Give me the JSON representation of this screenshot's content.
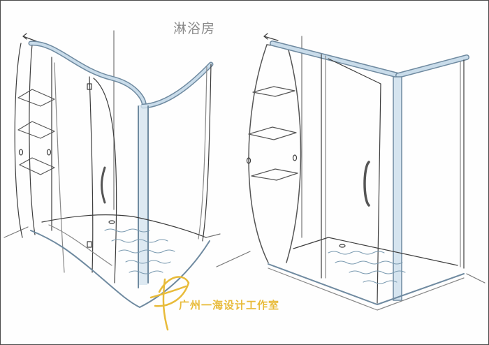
{
  "title": "淋浴房",
  "watermark": {
    "text": "广州一海设计工作室"
  },
  "colors": {
    "line": "#3d3d3d",
    "frame_blue": "#bcd4e6",
    "frame_shade": "#9fb8cc",
    "watermark": "#e8bb3a"
  },
  "illustrations": [
    {
      "name": "curved-shower-enclosure"
    },
    {
      "name": "rectangular-shower-enclosure"
    }
  ]
}
